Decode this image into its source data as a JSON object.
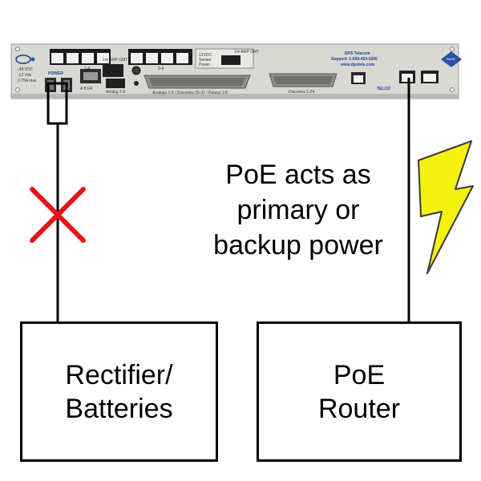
{
  "caption": "PoE acts as\nprimary or\nbackup power",
  "left_box": {
    "label": "Rectifier/\nBatteries"
  },
  "right_box": {
    "label": "PoE\nRouter"
  },
  "device": {
    "brand": "DPS Telecom",
    "support_line": "Support: 1-559-454-1600",
    "website": "www.dpstele.com",
    "rohs_badge": "RoHS 5/6",
    "power_label": "POWER",
    "sensor_label": "12VDC Sensor Power",
    "fuse_label": "1/4 AMP GMT",
    "fuse_label_2": "1/4 AMP GMT",
    "analog_label": "Analog 7-8",
    "alarm_port_label": "Analogs 1-6 / Discretes 25-32 / Relays 1-8",
    "discretes_label": "Discretes 1-24",
    "telco_label": "TELCO",
    "voltage_label": "-48 VDC\n-12 Vdc\n0.75A max",
    "ports_label_a": "A  B  FA",
    "ports_label_3": "5-8"
  },
  "colors": {
    "bolt_fill": "#f4f20f",
    "cross": "#e8141b",
    "chassis": "#d9d9d4",
    "line": "#000000"
  },
  "icons": [
    "lightning-bolt-icon",
    "red-x-icon",
    "dps-logo-icon",
    "rohs-badge-icon"
  ]
}
